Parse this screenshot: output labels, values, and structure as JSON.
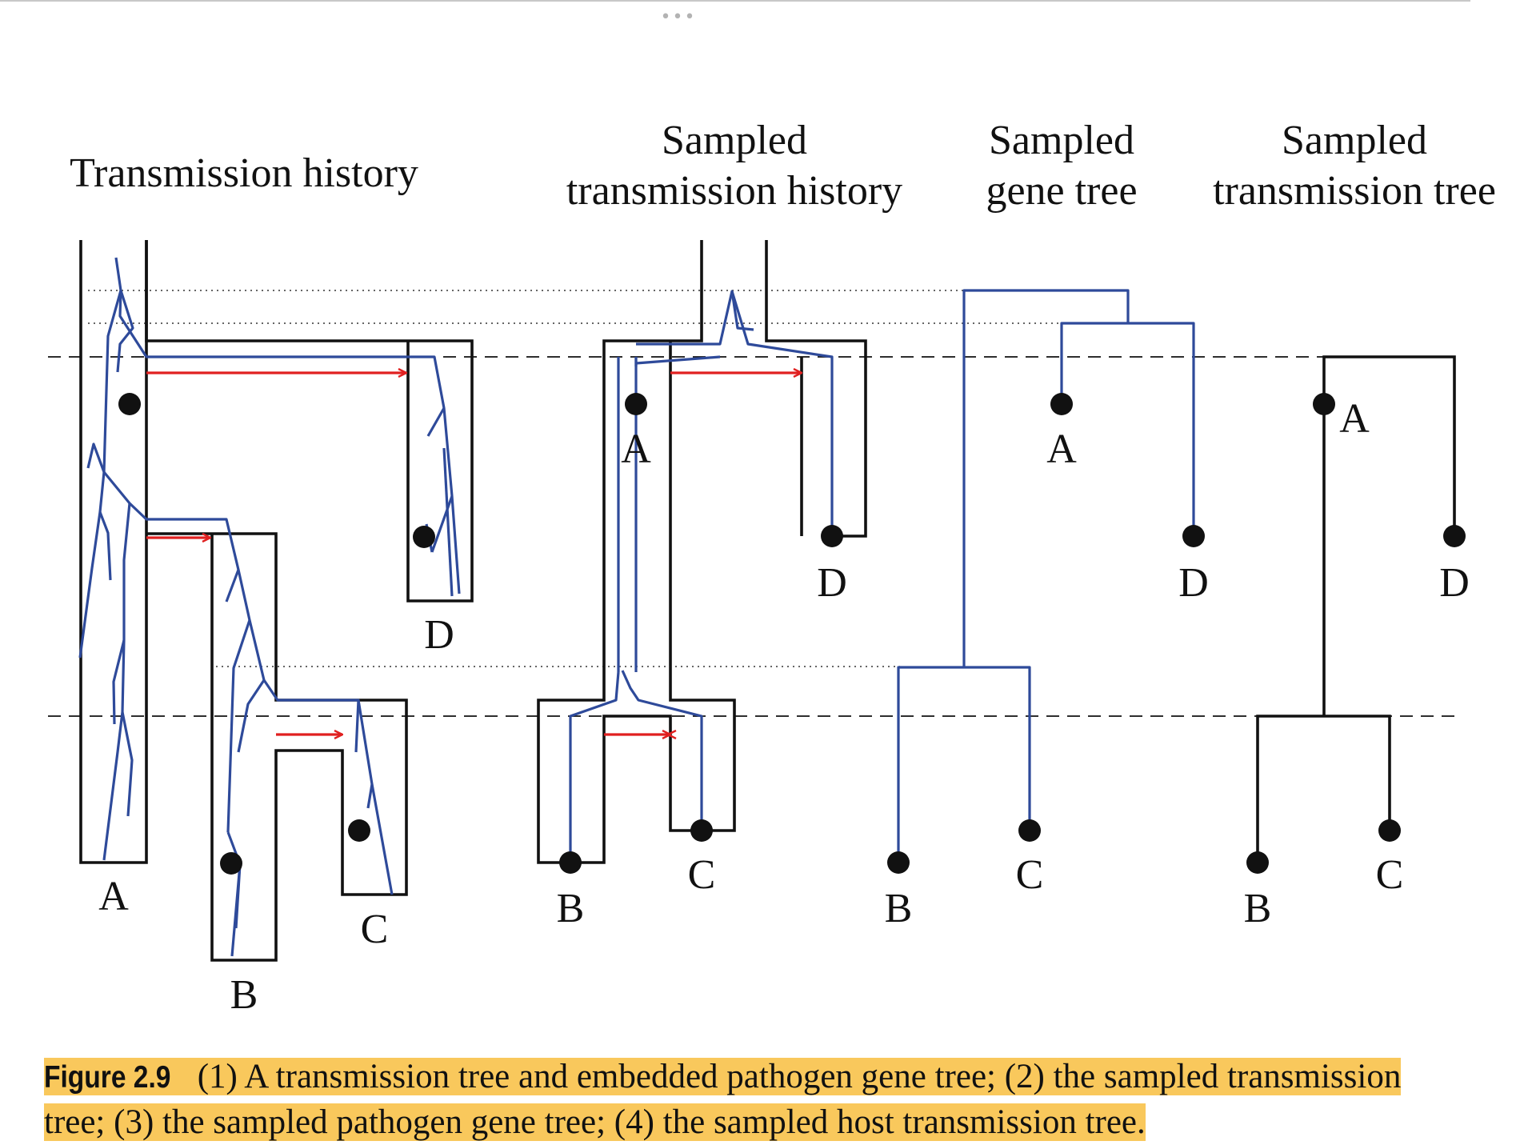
{
  "panels": {
    "p1_title": "Transmission history",
    "p2_title_line1": "Sampled",
    "p2_title_line2": "transmission history",
    "p3_title_line1": "Sampled",
    "p3_title_line2": "gene tree",
    "p4_title_line1": "Sampled",
    "p4_title_line2": "transmission tree"
  },
  "hosts": {
    "A": "A",
    "B": "B",
    "C": "C",
    "D": "D"
  },
  "colors": {
    "host_outline": "#111111",
    "gene_lineage": "#2e4a9a",
    "transmission_arrow": "#e02020",
    "caption_highlight": "#f9c85c"
  },
  "caption": {
    "label": "Figure 2.9",
    "text": "(1) A transmission tree and embedded pathogen gene tree; (2) the sampled transmission tree; (3) the sampled pathogen gene tree; (4) the sampled host transmission tree."
  }
}
